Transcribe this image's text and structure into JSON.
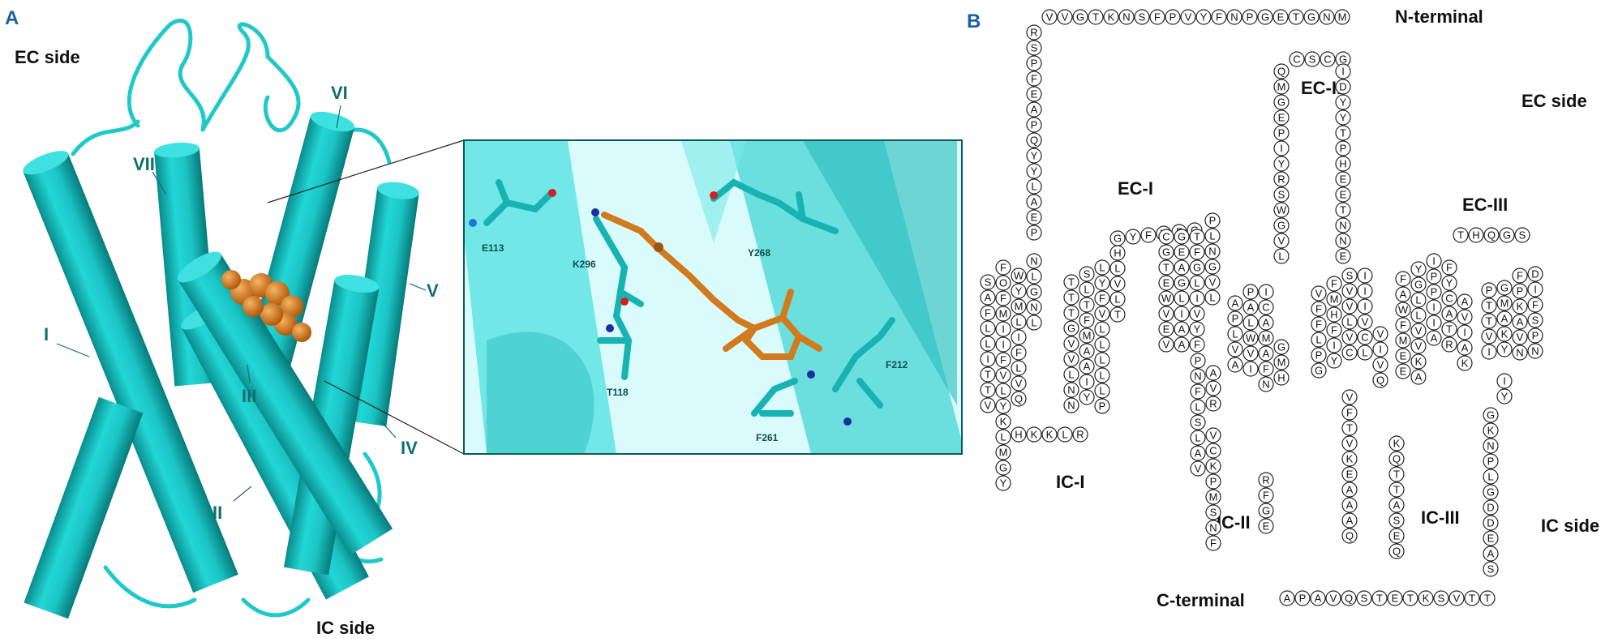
{
  "panel_a": {
    "label": "A",
    "ec_side": "EC side",
    "ic_side": "IC side",
    "helices": [
      "I",
      "II",
      "III",
      "IV",
      "V",
      "VI",
      "VII"
    ],
    "residues": [
      "E113",
      "K296",
      "Y268",
      "T118",
      "F261",
      "F212"
    ]
  },
  "panel_b": {
    "label": "B",
    "n_terminal": "N-terminal",
    "c_terminal": "C-terminal",
    "ec_side": "EC side",
    "ic_side": "IC side",
    "loops": {
      "ec1": "EC-I",
      "ec2": "EC-II",
      "ec3": "EC-III",
      "ic1": "IC-I",
      "ic2": "IC-II",
      "ic3": "IC-III"
    },
    "sequences": {
      "n_top": "VVGTKNSFPVYFNPGETGNM",
      "n_down": "RSPFEAPQYYLAEP",
      "h1a": "SAFLLITTV",
      "h1b": "FOFMIIFVLYKLMGY",
      "h1c": "WYMLIFLVQ",
      "h1d": "NLGNL",
      "ic1_bottom": "HKKLR",
      "h2a": "TTTGVVLNN",
      "h2b": "SLTFMAAIY",
      "h2c": "LYFVLLLLLP",
      "h2d": "HLVLT",
      "ec1_link": "GYFVFG",
      "h3a": "CGTEWVEV",
      "h3b": "GEAGLIAA",
      "h3c": "TFGLIVYF",
      "h3d": "PLNGVL",
      "h3e": "PNFLSLAV",
      "h3f": "AVR",
      "ic2_link": "VCKPMSNF",
      "h4a": "APLVA",
      "h4b": "PALWVI",
      "h4c": "ICAMAFN",
      "h4d": "GMH",
      "ec2_up": "QMGEPIYRSWGVL",
      "ec2_top": "CSCG",
      "ec2_down": "IDYYTPHEETNNE",
      "ic2_down": "RFGE",
      "h5a": "VFFLPG",
      "h5b": "FMHFIY",
      "h5c": "SVVLVC",
      "h5d": "IIIVCL",
      "h5e": "VIVQ",
      "ic3_down": "VFTVKEAAAQ",
      "ic3_up": "QESATTQK",
      "h6a": "FAWFMEE",
      "h6b": "YGLLVVKA",
      "h6c": "IPPIIA",
      "h6d": "FYCATR",
      "h6e": "AVIAK",
      "ec3_link": "THQGS",
      "h7a": "PTTVI",
      "h7b": "GMAKY",
      "h7c": "FPKAVN",
      "h7d": "DIFSPN",
      "h7e": "IY",
      "c_tail": "GKNPLGDDEAS",
      "c_bottom": "APAVQSTETKSVTT"
    }
  }
}
